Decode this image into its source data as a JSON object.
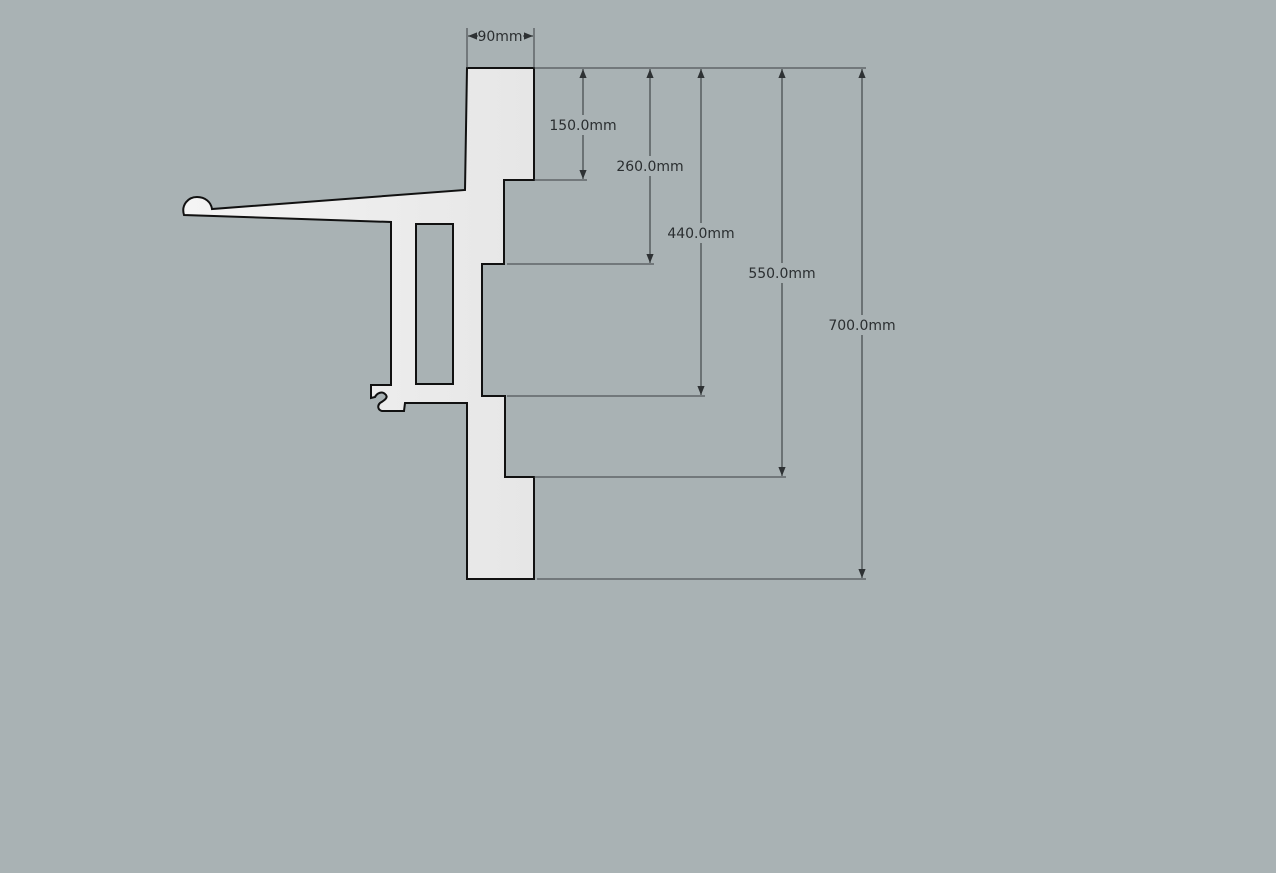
{
  "dimensions": {
    "width": "90mm",
    "d150": "150.0mm",
    "d260": "260.0mm",
    "d440": "440.0mm",
    "d550": "550.0mm",
    "d700": "700.0mm"
  },
  "colors": {
    "background": "#a9b2b4",
    "profile_fill": "#eeeeee",
    "outline": "#111111",
    "dimension_line": "#4a4f52"
  }
}
